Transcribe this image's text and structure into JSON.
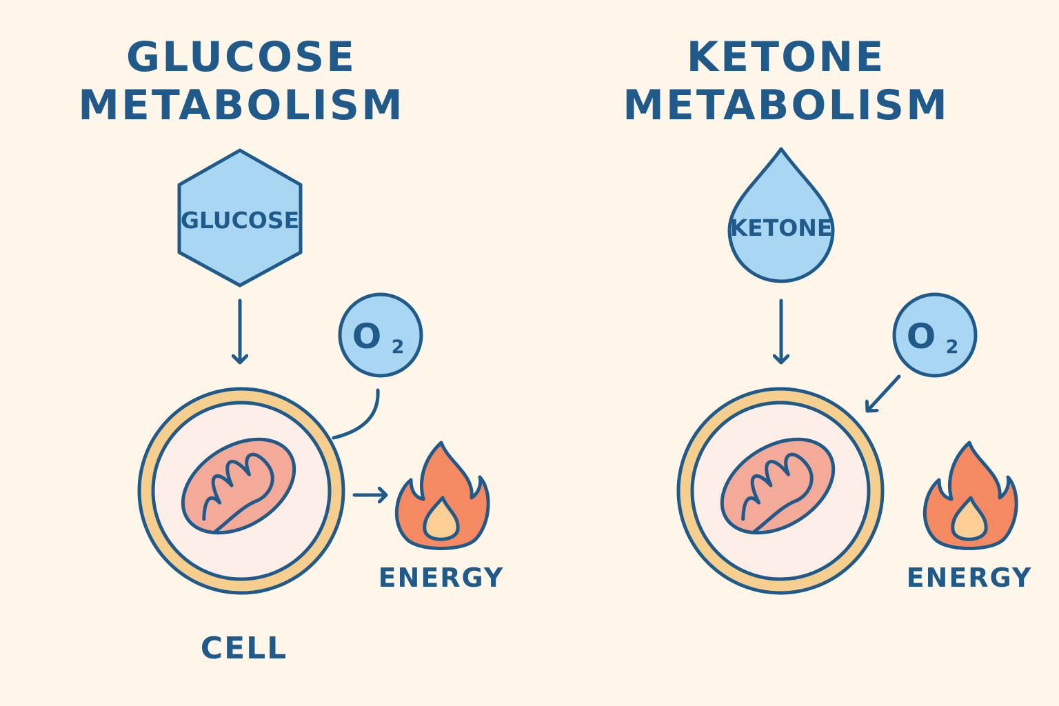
{
  "colors": {
    "background": "#fdf6e9",
    "ink": "#1f5a8a",
    "light_blue": "#a9d6f2",
    "membrane": "#f6cf8e",
    "mitochondria": "#f3aa98",
    "flame_outer": "#f58a62",
    "flame_inner": "#fbcf95"
  },
  "left": {
    "title_line1": "GLUCOSE",
    "title_line2": "METABOLISM",
    "fuel_label": "GLUCOSE",
    "fuel_icon": "hexagon-icon",
    "oxygen_main": "O",
    "oxygen_sub": "2",
    "energy_label": "ENERGY",
    "cell_label": "CELL"
  },
  "right": {
    "title_line1": "KETONE",
    "title_line2": "METABOLISM",
    "fuel_label": "KETONE",
    "fuel_icon": "droplet-icon",
    "oxygen_main": "O",
    "oxygen_sub": "2",
    "energy_label": "ENERGY"
  }
}
